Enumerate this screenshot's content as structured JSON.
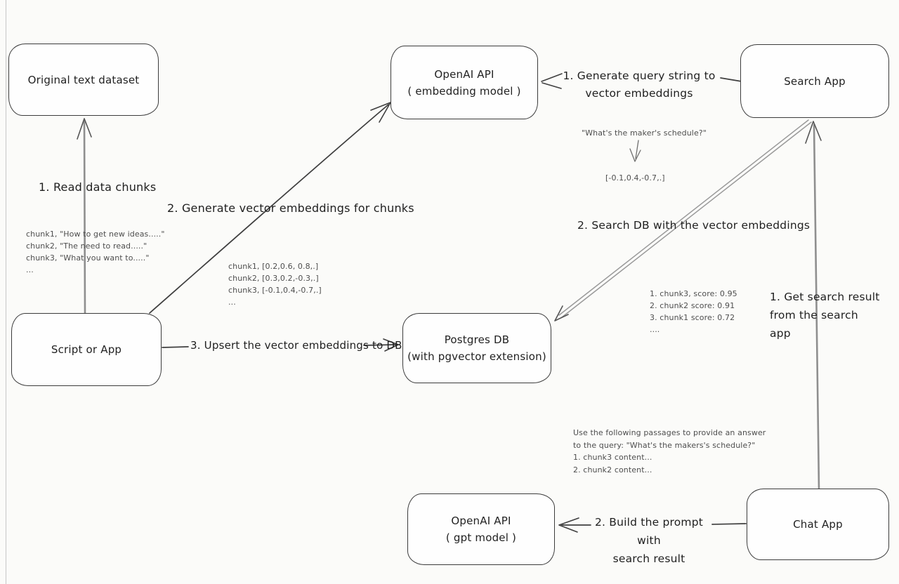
{
  "colors": {
    "background": "#fbfbf9",
    "box_border": "#3c3c3c",
    "arrow_dark": "#3f3f3f",
    "arrow_gray": "#8f8f8f",
    "annotation_text": "#4e4e4e"
  },
  "nodes": {
    "original_dataset": {
      "label": "Original text dataset"
    },
    "openai_embedding": {
      "line1": "OpenAI API",
      "line2": "( embedding model )"
    },
    "search_app": {
      "label": "Search App"
    },
    "script_or_app": {
      "label": "Script or App"
    },
    "postgres_db": {
      "line1": "Postgres DB",
      "line2": "(with pgvector extension)"
    },
    "openai_gpt": {
      "line1": "OpenAI API",
      "line2": "( gpt model )"
    },
    "chat_app": {
      "label": "Chat App"
    }
  },
  "edges": {
    "read_chunks": {
      "label": "1. Read data chunks"
    },
    "generate_embeddings": {
      "label": "2. Generate vector embeddings for chunks"
    },
    "upsert": {
      "label": "3. Upsert the vector embeddings to DB"
    },
    "query_to_vector": {
      "label": "1. Generate query string to vector embeddings"
    },
    "search_db": {
      "label": "2. Search DB with the vector embeddings"
    },
    "get_search_result": {
      "line1": "1. Get search result",
      "line2": "from the search app"
    },
    "build_prompt": {
      "line1": "2. Build the prompt with",
      "line2": "search result"
    }
  },
  "annotations": {
    "chunks": {
      "lines": [
        "chunk1, \"How to get new ideas.....\"",
        "chunk2, \"The need to read.....\"",
        "chunk3, \"What you want to.....\"",
        "..."
      ]
    },
    "vectors": {
      "lines": [
        "chunk1, [0.2,0.6, 0.8,.]",
        "chunk2, [0.3,0.2,-0.3,.]",
        "chunk3, [-0.1,0.4,-0.7,.]",
        "..."
      ]
    },
    "query": {
      "text": "\"What's the maker's schedule?\"",
      "vector": "[-0.1,0.4,-0.7,.]"
    },
    "scores": {
      "lines": [
        "1. chunk3, score: 0.95",
        "2. chunk2 score: 0.91",
        "3. chunk1 score: 0.72",
        "...."
      ]
    },
    "prompt": {
      "lines": [
        "Use the following passages to provide an answer",
        "to the query: \"What's the makers's schedule?\"",
        "1. chunk3 content...",
        "2. chunk2 content..."
      ]
    }
  }
}
